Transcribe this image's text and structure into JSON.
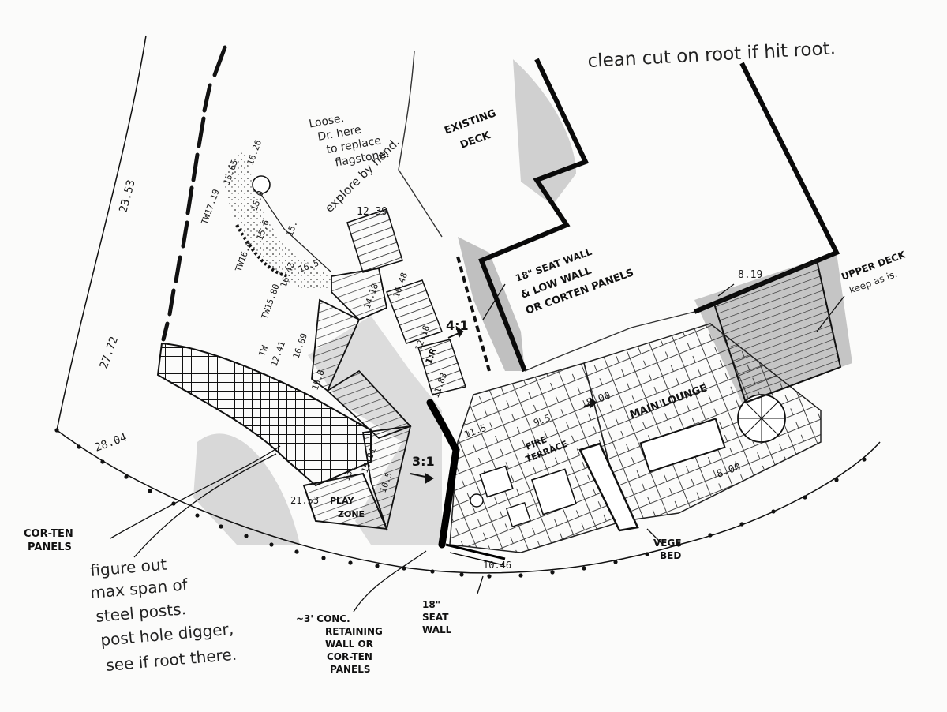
{
  "notes": {
    "root_cut": "clean cut on root if hit root.",
    "loose_1": "Loose.",
    "loose_2": "Dr. here",
    "loose_3": "to replace",
    "loose_4": "flagstone.",
    "explore": "explore by hand.",
    "figure_1": "figure out",
    "figure_2": "max span of",
    "figure_3": "steel posts.",
    "figure_4": "post hole digger,",
    "figure_5": "see if root there."
  },
  "labels": {
    "existing_deck_1": "EXISTING",
    "existing_deck_2": "DECK",
    "low_wall_1": "18\" SEAT WALL",
    "low_wall_2": "& LOW WALL",
    "low_wall_3": "OR CORTEN PANELS",
    "upper_deck_1": "UPPER DECK",
    "upper_deck_2": "keep as is.",
    "main_lounge": "MAIN LOUNGE",
    "fire_terrace_1": "FIRE",
    "fire_terrace_2": "TERRACE",
    "play_zone_1": "PLAY",
    "play_zone_2": "ZONE",
    "corten_1": "COR-TEN",
    "corten_2": "PANELS",
    "vege_1": "VEGE",
    "vege_2": "BED",
    "retaining_1": "~3'  CONC.",
    "retaining_2": "RETAINING",
    "retaining_3": "WALL OR",
    "retaining_4": "COR-TEN",
    "retaining_5": "PANELS",
    "seat_wall_1": "18\"",
    "seat_wall_2": "SEAT",
    "seat_wall_3": "WALL"
  },
  "grades": {
    "slope_41": "4:1",
    "slope_31": "3:1",
    "slope_1r": "1:R"
  },
  "spots": {
    "s1": "12.39",
    "s2": "16.48",
    "s3": "15.65",
    "s4": "16.26",
    "s5": "15.0",
    "s6": "15.6",
    "s7": "15.",
    "s8": "16.5",
    "s9": "16.43",
    "s10": "14.18",
    "s11": "8.19",
    "s12": "8.00",
    "s13": "8.00",
    "s14": "9.5",
    "s15": "11.5",
    "s16": "12.18",
    "s17": "11.83",
    "s18": "16.89",
    "s19": "15.8",
    "s20": "15.91",
    "s21": "15.",
    "s22": "10.5",
    "s23": "21.53",
    "s24": "10.46",
    "s25": "28.04",
    "s26": "27.72",
    "s27": "23.53",
    "tw1": "TW17.19",
    "tw2": "TW16.4",
    "tw3": "TW15.80",
    "tw4": "TW",
    "tw5": "12.41"
  }
}
